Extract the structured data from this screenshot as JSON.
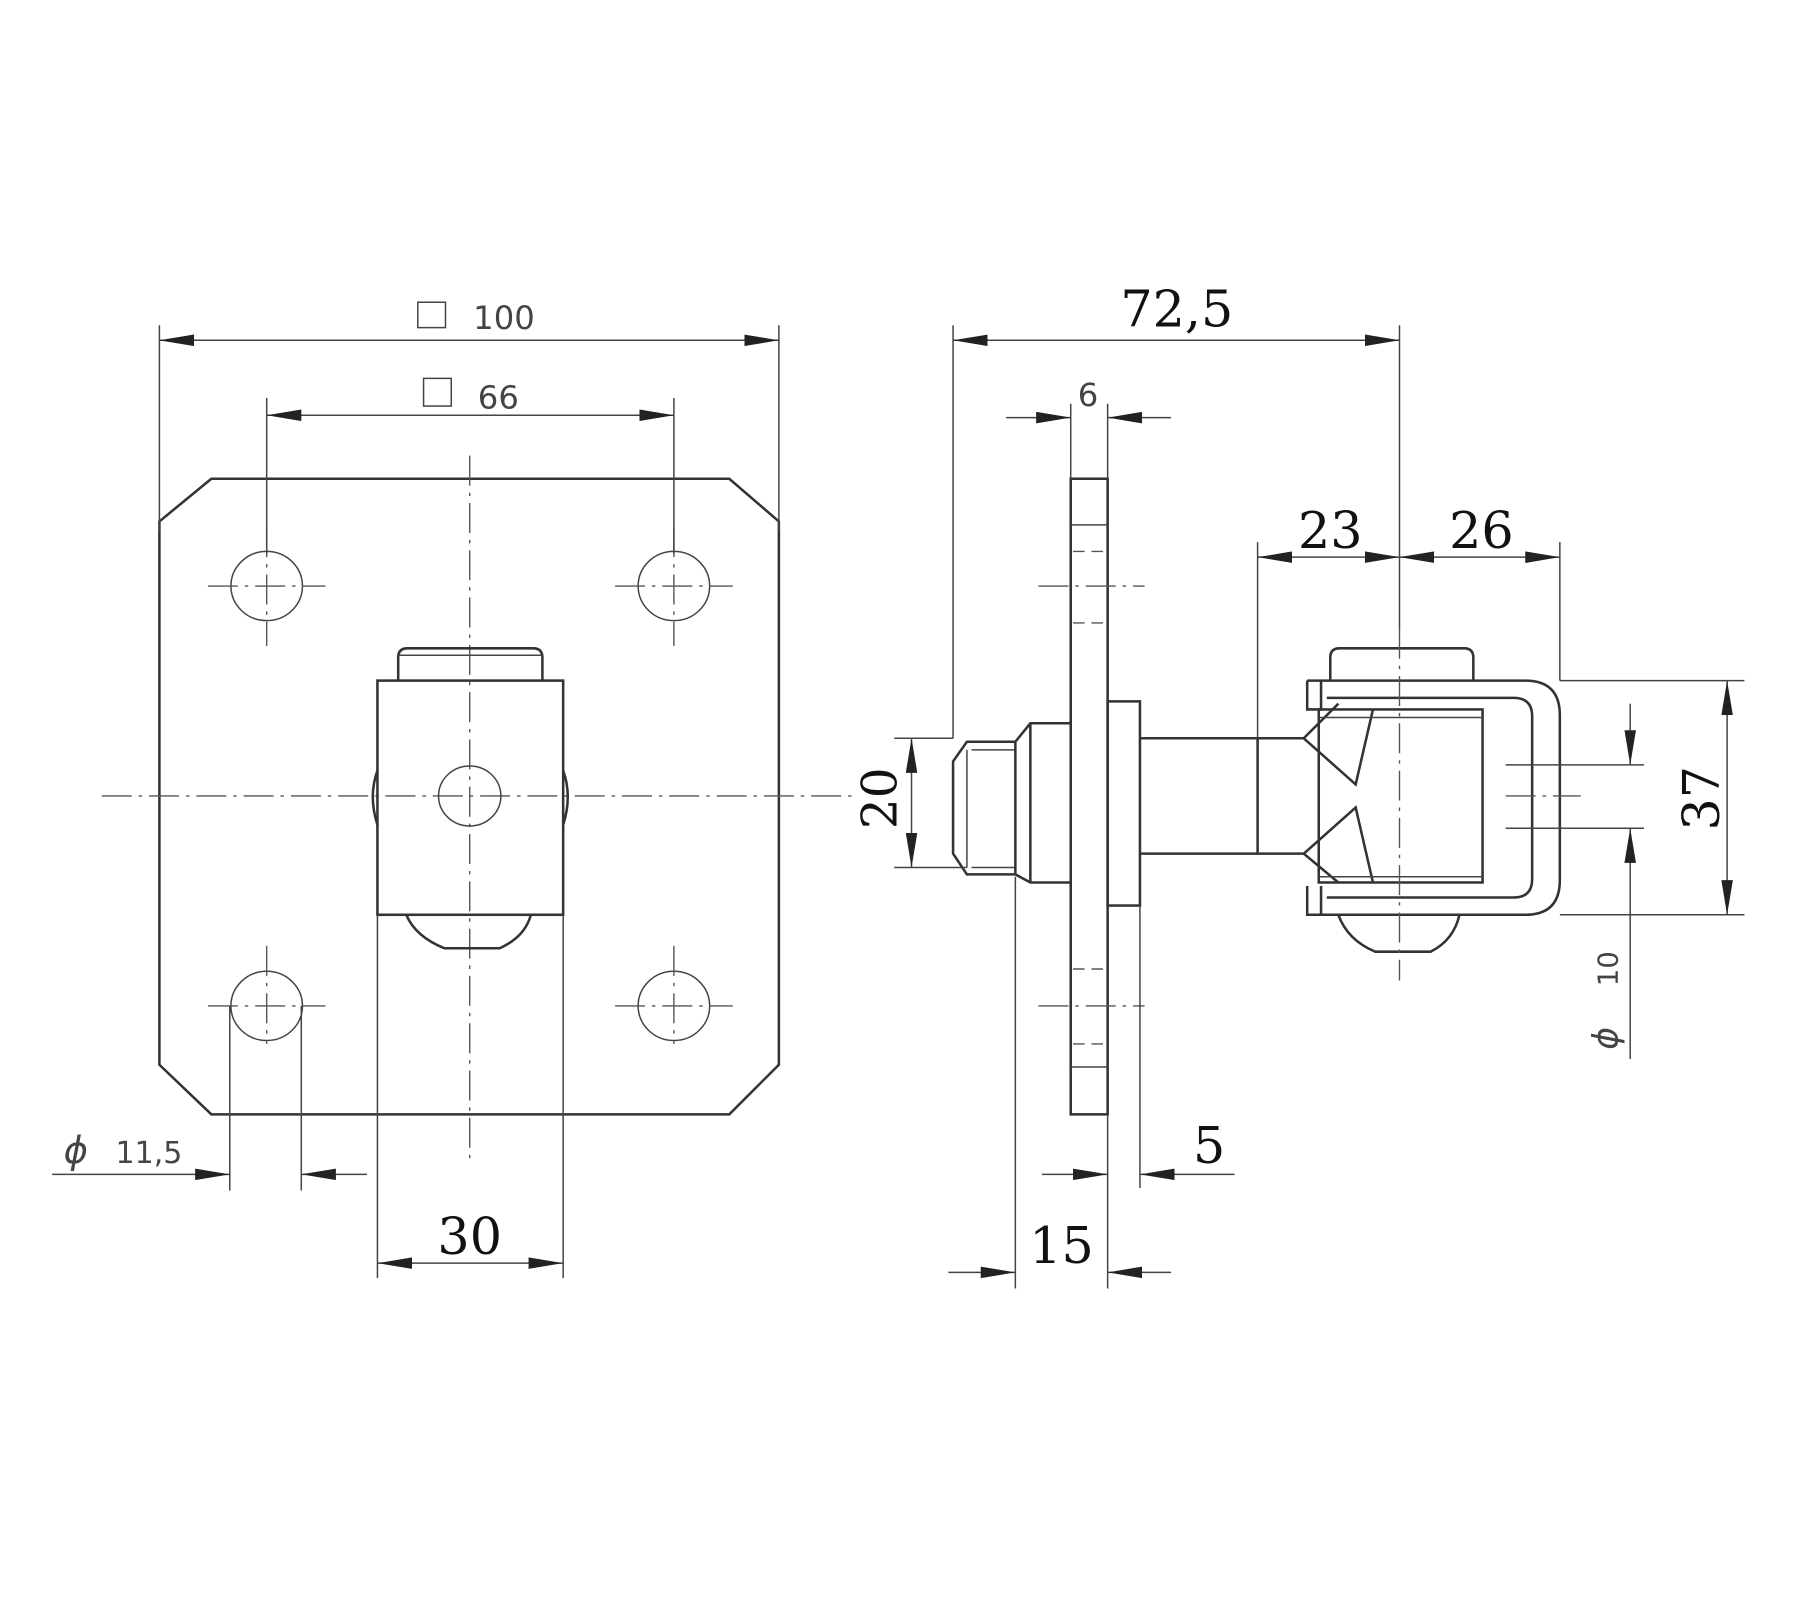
{
  "left_view": {
    "dim_outer_square": "100",
    "dim_hole_spacing_square": "66",
    "dim_hole_diameter": "11,5",
    "dim_body_width": "30",
    "diameter_symbol": "ϕ"
  },
  "right_view": {
    "dim_total_length": "72,5",
    "dim_plate_thickness": "6",
    "dim_thread_diameter": "20",
    "dim_eye_offset_left": "23",
    "dim_eye_offset_right": "26",
    "dim_eye_height": "37",
    "dim_pin_diameter": "10",
    "dim_washer": "5",
    "dim_thread_length": "15",
    "diameter_symbol": "ϕ"
  }
}
